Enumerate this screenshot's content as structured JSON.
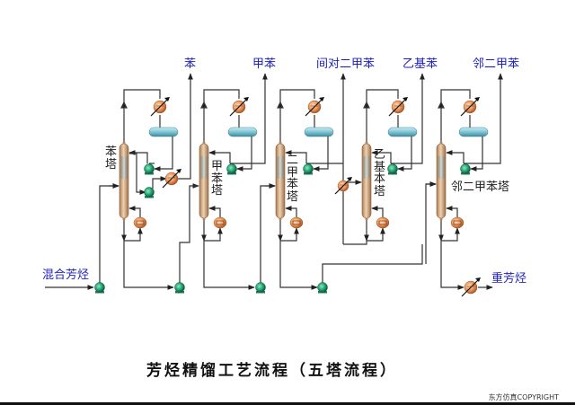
{
  "title": "芳烃精馏工艺流程（五塔流程）",
  "copyright": "东方仿真COPYRIGHT",
  "feed": {
    "label": "混合芳烃"
  },
  "bottoms_product": {
    "label": "重芳烃"
  },
  "products": [
    {
      "label": "苯"
    },
    {
      "label": "甲苯"
    },
    {
      "label": "间对二甲苯"
    },
    {
      "label": "乙基苯"
    },
    {
      "label": "邻二甲苯"
    }
  ],
  "columns": [
    {
      "label": "苯塔"
    },
    {
      "label": "甲苯塔"
    },
    {
      "label": "二甲苯塔"
    },
    {
      "label": "乙基本塔"
    },
    {
      "label": "邻二甲苯塔"
    }
  ],
  "icons": {
    "column": "distillation-column-icon",
    "condenser": "heat-exchanger-icon",
    "drum": "reflux-drum-icon",
    "pump": "pump-icon",
    "reboiler": "reboiler-icon"
  },
  "colors": {
    "stream_label": "#2020c0",
    "pipe": "#333333",
    "column_body": "#d9b089",
    "drum": "#7ec4d4",
    "pump": "#2aa57a",
    "exchanger": "#e8955a"
  }
}
